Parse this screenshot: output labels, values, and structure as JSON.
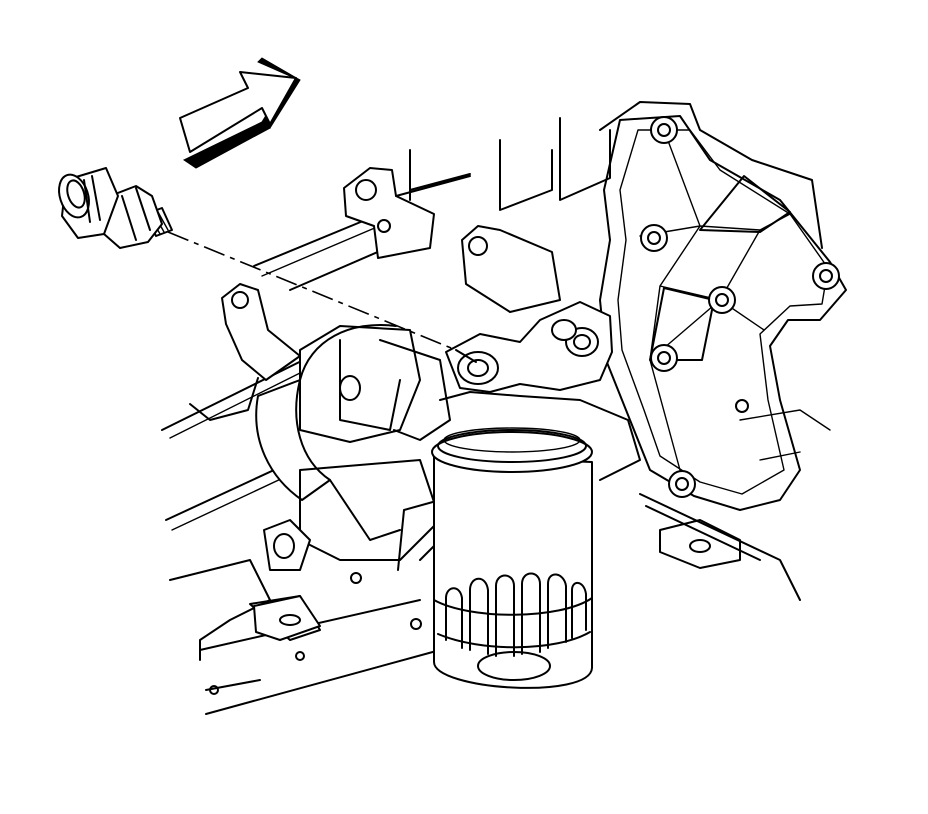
{
  "figure": {
    "kind": "line-art-diagram",
    "labels": []
  },
  "colors": {
    "ink": "#000000",
    "paper": "#ffffff"
  },
  "icons": {
    "direction_arrow": "front-of-engine-arrow-icon",
    "sensor": "oil-pressure-sensor",
    "filter": "oil-filter"
  }
}
